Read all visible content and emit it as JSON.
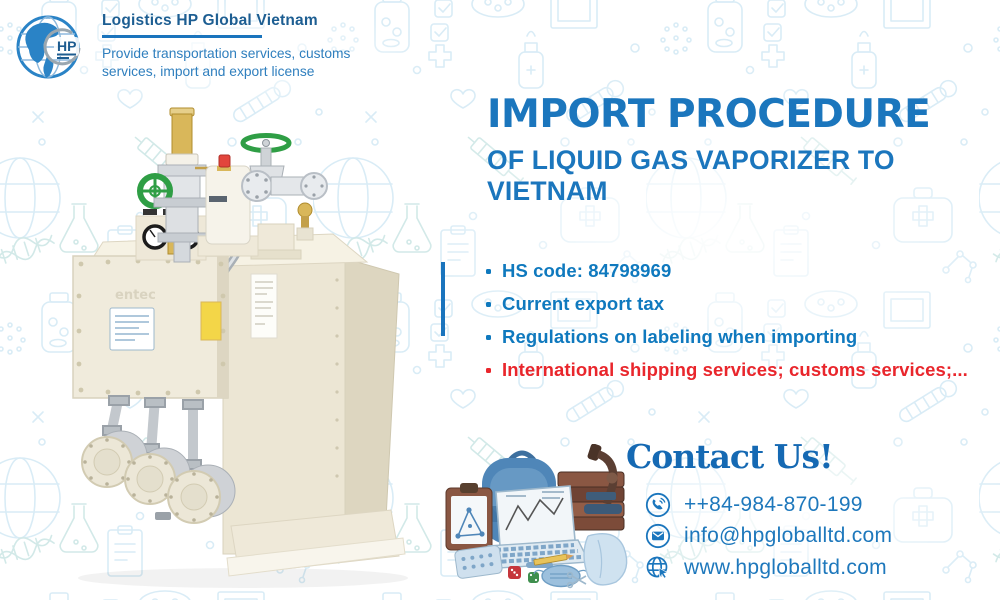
{
  "header": {
    "company": "Logistics HP Global Vietnam",
    "tagline": "Provide transportation services, customs services, import and export license",
    "logo_monogram": "HP"
  },
  "title": {
    "line1": "IMPORT PROCEDURE",
    "line2": "OF LIQUID GAS VAPORIZER ",
    "line2_bold": "TO",
    "line3": "VIETNAM"
  },
  "bullets": {
    "items": [
      {
        "label": "HS code: 84798969",
        "color": "#0f79be"
      },
      {
        "label": "Current export tax",
        "color": "#0f79be"
      },
      {
        "label": "Regulations on labeling when importing",
        "color": "#0f79be"
      },
      {
        "label": "International shipping services; customs services;...",
        "color": "#e9262c"
      }
    ]
  },
  "contact": {
    "heading": "Contact Us!",
    "rows": [
      {
        "icon": "phone-icon",
        "value": "++84-984-870-199"
      },
      {
        "icon": "mail-icon",
        "value": "info@hpgloballtd.com"
      },
      {
        "icon": "globe-icon",
        "value": "www.hpgloballtd.com"
      }
    ]
  },
  "equipment": {
    "brand_label": "entec"
  },
  "colors": {
    "accent_blue": "#1b76bd",
    "header_dark_blue": "#1d5e92",
    "bullet_blue": "#0f79be",
    "alert_red": "#e9262c",
    "pattern_blue": "#d9ecf6",
    "pattern_teal": "#d2e9e8",
    "machine_cream": "#f0ebdc",
    "valve_green": "#2f9e45"
  }
}
